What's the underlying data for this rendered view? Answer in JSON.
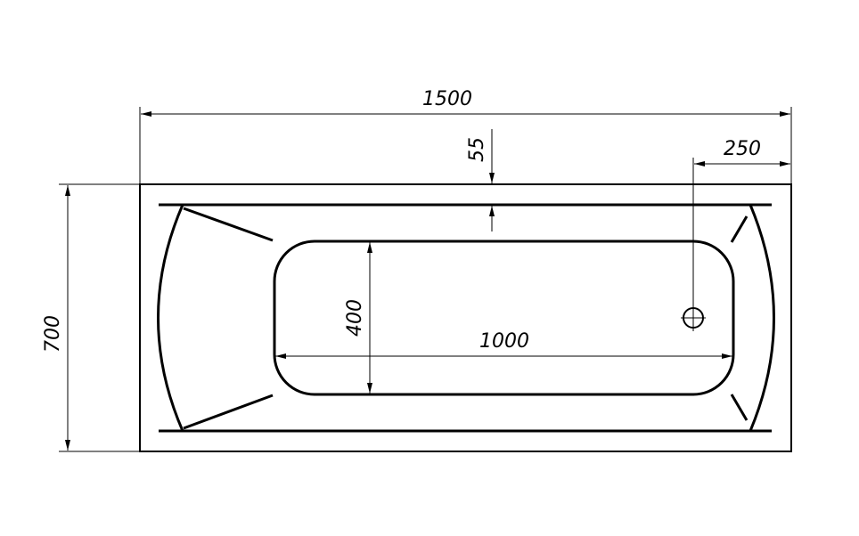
{
  "drawing": {
    "type": "bathtub technical drawing (top view)",
    "dimensions": {
      "overall_length": "1500",
      "overall_width": "700",
      "rim_offset": "55",
      "drain_offset": "250",
      "bottom_length": "1000",
      "bottom_width": "400"
    }
  },
  "colors": {
    "line": "#000000",
    "background": "#ffffff"
  }
}
